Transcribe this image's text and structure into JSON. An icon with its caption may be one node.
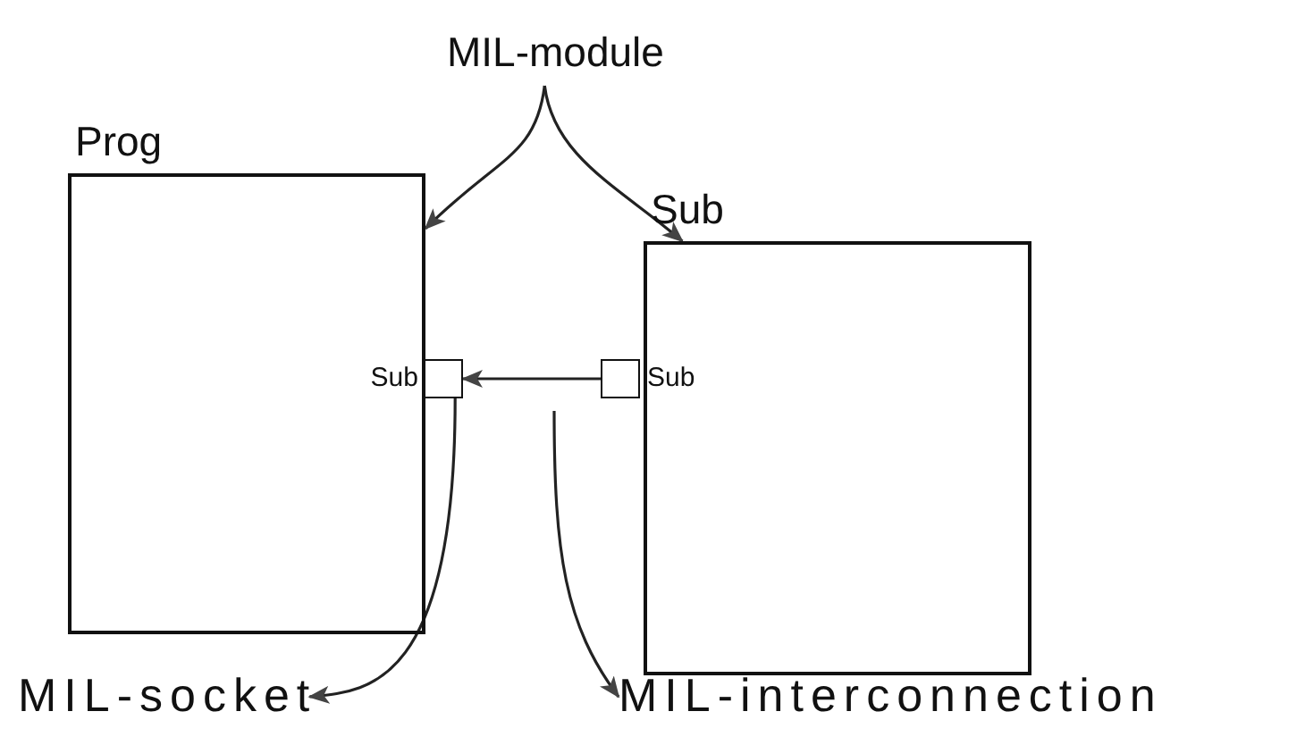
{
  "diagram": {
    "nodes": [
      {
        "text": [
          "MIL-module"
        ]
      },
      {
        "text": [
          "Prog"
        ]
      },
      {
        "text": [
          "Sub"
        ]
      },
      {
        "text": [],
        "shape": "box",
        "beside": [
          "Sub"
        ]
      },
      {
        "text": [],
        "shape": "box",
        "beside": [
          "Sub"
        ]
      },
      {
        "text": [
          "MIL-socket"
        ]
      },
      {
        "text": [
          "MIL-interconnection"
        ]
      }
    ],
    "edges": [
      {
        "from": 0,
        "to": 1,
        "arrow": "to"
      },
      {
        "from": 0,
        "to": 2,
        "arrow": "to"
      },
      {
        "from": 4,
        "to": 3,
        "arrow": "to"
      },
      {
        "from": 3,
        "to": 5,
        "arrow": "to"
      },
      {
        "from": null,
        "to": 6,
        "arrow": "to"
      }
    ]
  }
}
